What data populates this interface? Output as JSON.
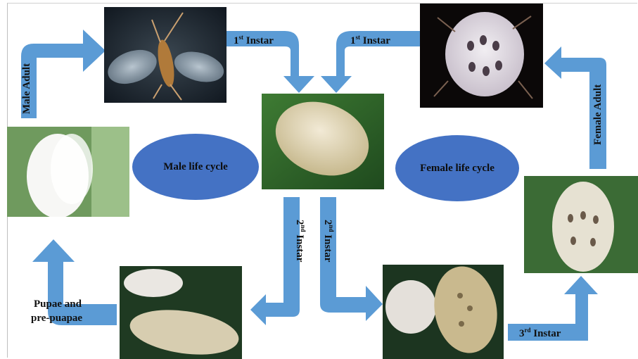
{
  "colors": {
    "arrow": "#5B9BD5",
    "ellipse": "#4472C4",
    "text": "#111111"
  },
  "center": {
    "male": "Male life cycle",
    "female": "Female life cycle"
  },
  "labels": {
    "male_adult": "Male Adult",
    "female_adult": "Female Adult",
    "first_instar_left": {
      "num": "1",
      "sup": "st",
      "word": " Instar"
    },
    "first_instar_right": {
      "num": "1",
      "sup": "st",
      "word": " Instar"
    },
    "second_instar_left": {
      "num": "2",
      "sup": "nd",
      "word": " Instar"
    },
    "second_instar_right": {
      "num": "2",
      "sup": "nd",
      "word": " Instar"
    },
    "third_instar": {
      "num": "3",
      "sup": "rd",
      "word": " Instar"
    },
    "pupae_line1": "Pupae and",
    "pupae_line2": "pre-puapae"
  },
  "photos": [
    "male-adult-photo",
    "female-adult-photo",
    "first-instar-nymph-photo",
    "cocoon-photo",
    "pupae-photo",
    "second-instar-photo",
    "third-instar-photo"
  ]
}
